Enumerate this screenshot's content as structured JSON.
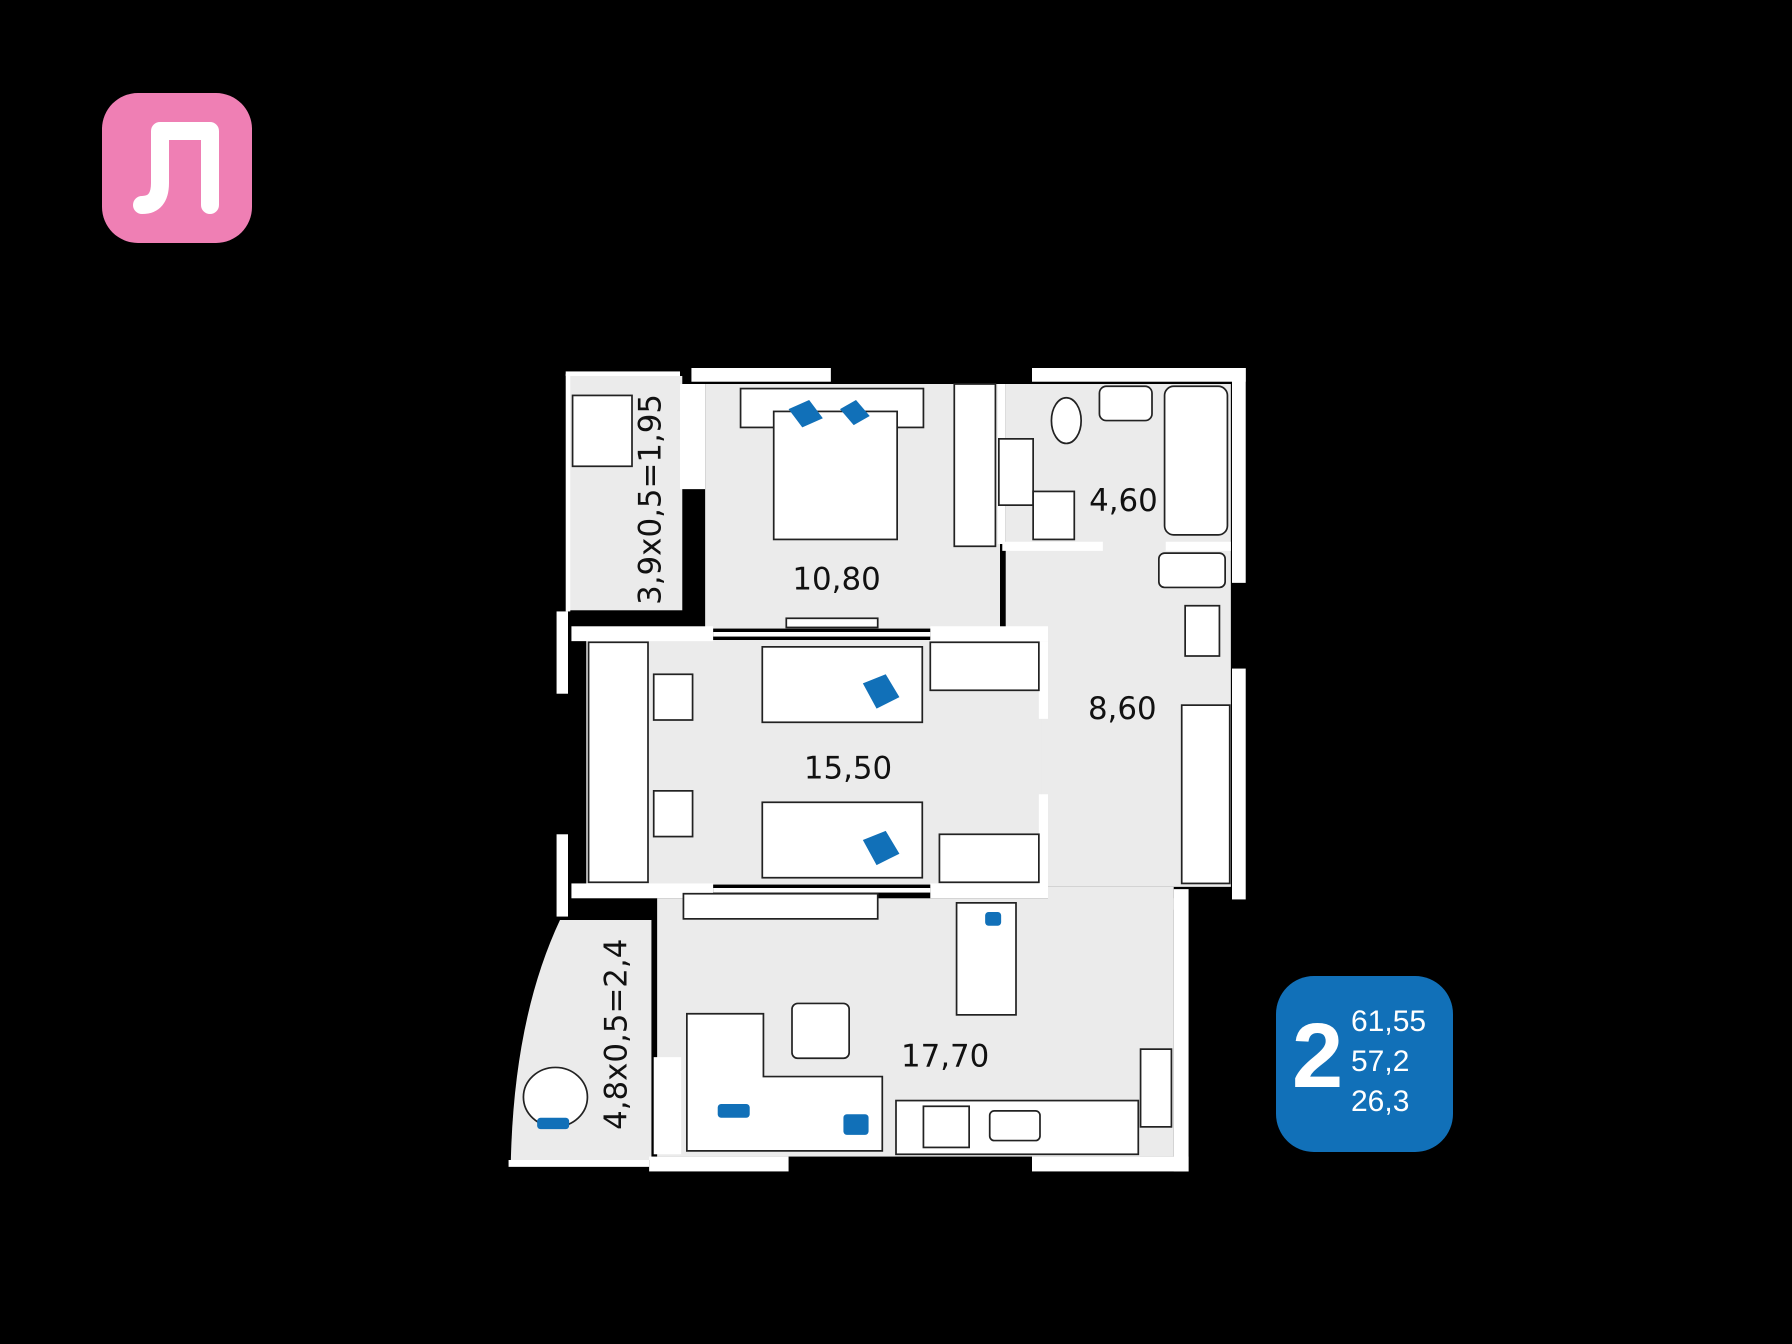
{
  "logo": {
    "letter": "Л",
    "color": "#EF7FB4"
  },
  "badge": {
    "rooms": "2",
    "total_area": "61,55",
    "living_area_1": "57,2",
    "living_area_2": "26,3",
    "color": "#1170B8"
  },
  "rooms": {
    "bedroom": "10,80",
    "bathroom": "4,60",
    "hallway": "8,60",
    "kids_room": "15,50",
    "kitchen_living": "17,70",
    "balcony_top": "3,9x0,5=1,95",
    "balcony_bottom": "4,8x0,5=2,4"
  },
  "colors": {
    "floor": "#EBEBEB",
    "wall": "#FFFFFF",
    "accent": "#1170B8"
  }
}
